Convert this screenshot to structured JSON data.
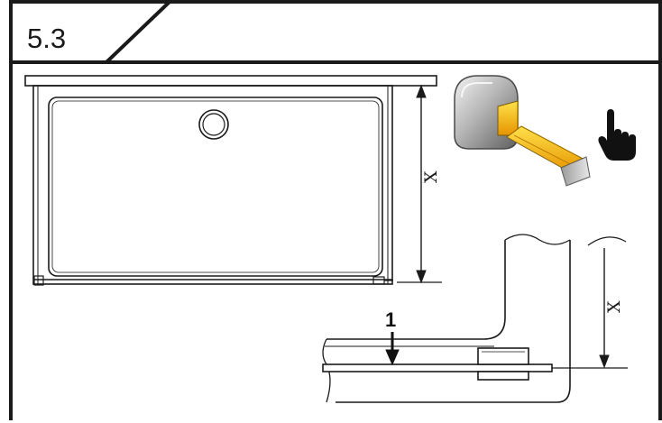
{
  "step": {
    "number": "5.3"
  },
  "diagram": {
    "dimension_label_top": "X",
    "dimension_label_detail": "X",
    "callout_number": "1"
  },
  "icons": {
    "tool": "tape-measure-icon",
    "hand": "pointing-hand-icon"
  },
  "colors": {
    "stroke": "#1a1a1a",
    "tape_yellow": "#f5c400",
    "tape_orange": "#e08a00",
    "housing_gray": "#8a8a8a"
  }
}
